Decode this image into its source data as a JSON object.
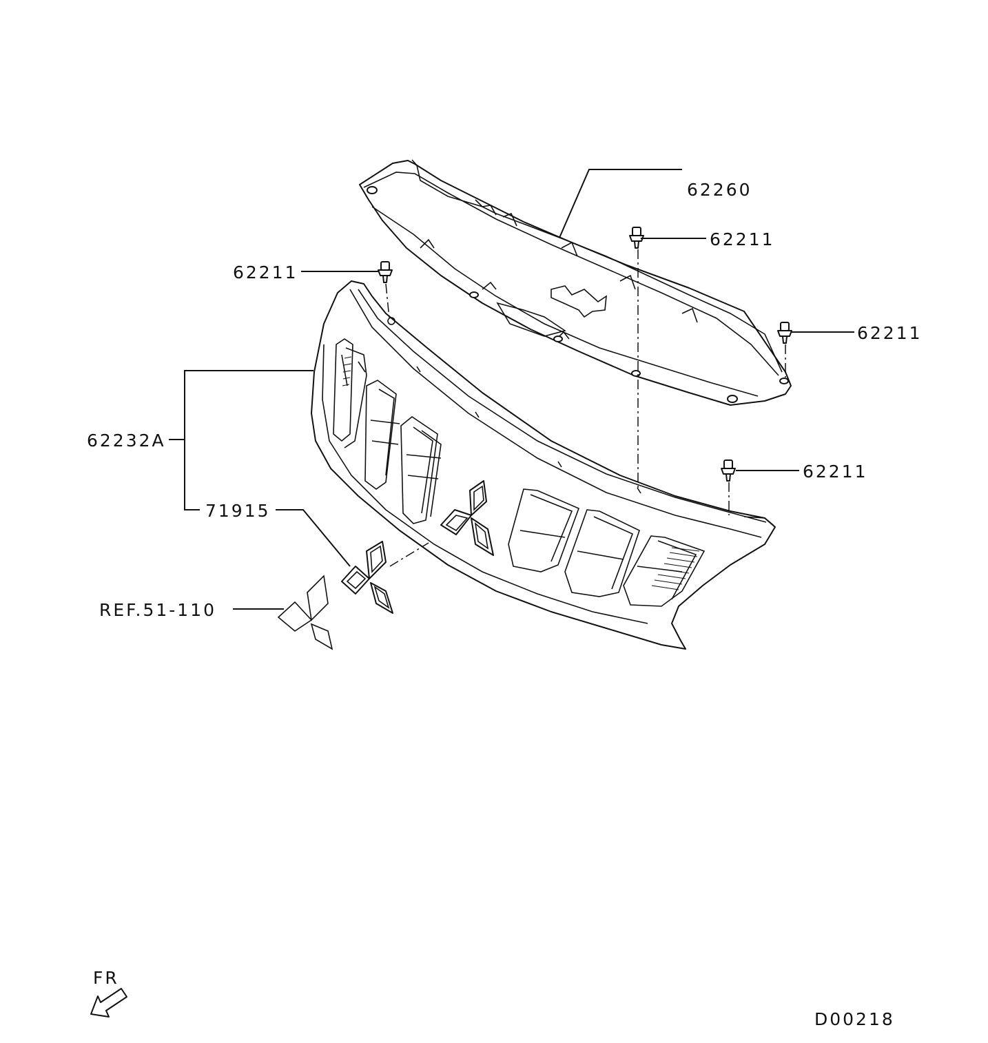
{
  "diagram": {
    "drawing_code": "D00218",
    "direction_marker": "FR",
    "callouts": {
      "upper_cover": "62260",
      "clip_top_center": "62211",
      "clip_top_left": "62211",
      "clip_right": "62211",
      "clip_lower_right": "62211",
      "grille_assembly": "62232A",
      "emblem": "71915",
      "reference": "REF.51-110"
    },
    "parts": [
      {
        "part_no": "62260",
        "item": "radiator grille upper cover"
      },
      {
        "part_no": "62211",
        "item": "clip",
        "count_shown": 4
      },
      {
        "part_no": "62232A",
        "item": "radiator grille assembly"
      },
      {
        "part_no": "71915",
        "item": "emblem"
      }
    ]
  }
}
